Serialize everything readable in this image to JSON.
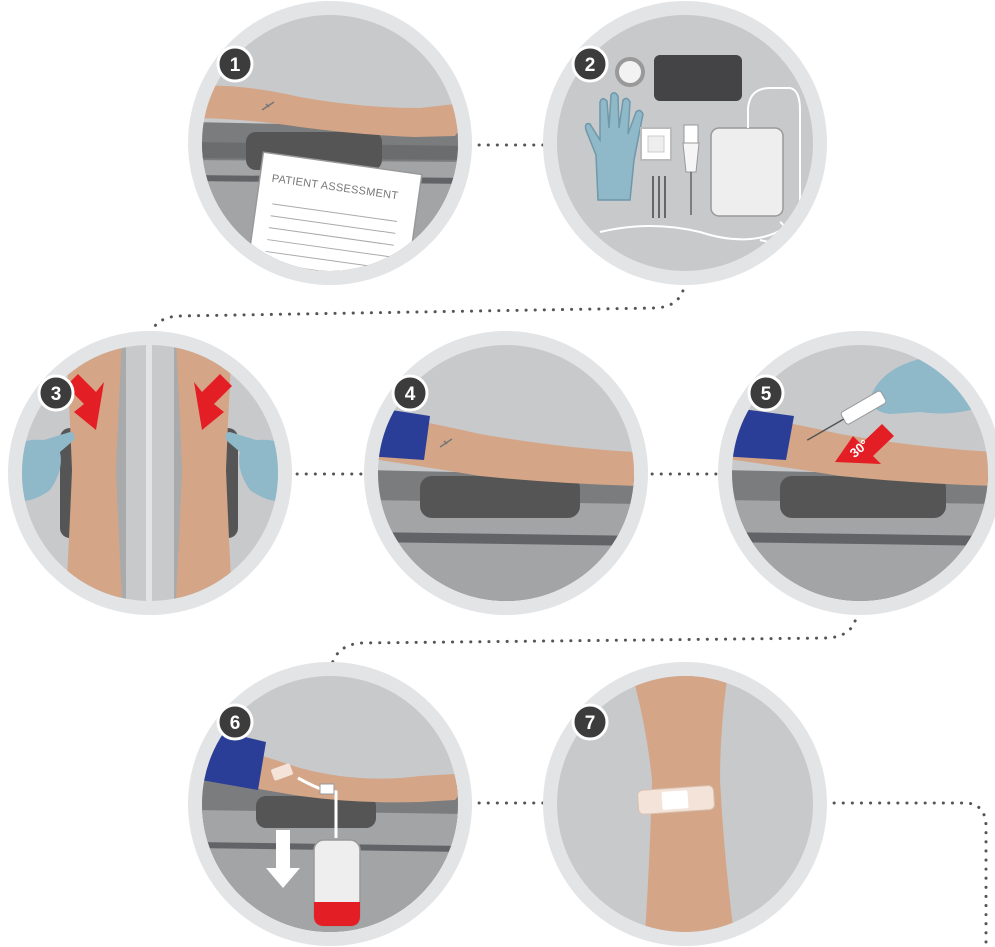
{
  "steps": [
    {
      "number": "1",
      "label": "PATIENT ASSESSMENT"
    },
    {
      "number": "2"
    },
    {
      "number": "3"
    },
    {
      "number": "4"
    },
    {
      "number": "5",
      "angle": "30°"
    },
    {
      "number": "6"
    },
    {
      "number": "7"
    }
  ],
  "colors": {
    "ring": "#e3e4e6",
    "scene_bg": "#c8c9cb",
    "skin": "#d4a586",
    "glove": "#8fb8c9",
    "tourniquet": "#2a3e97",
    "arrow_red": "#e31e24",
    "badge": "#3c3c3c",
    "pillow": "#555555",
    "blood": "#e31e24",
    "connector": "#555555"
  },
  "icons": [
    "patient-assessment-icon",
    "supplies-icon",
    "vein-selection-icon",
    "tourniquet-icon",
    "needle-insertion-icon",
    "blood-collection-icon",
    "bandage-icon"
  ]
}
